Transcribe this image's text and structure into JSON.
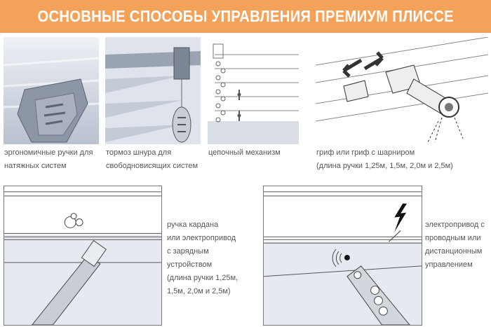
{
  "header": {
    "title": "ОСНОВНЫЕ СПОСОБЫ УПРАВЛЕНИЯ ПРЕМИУМ ПЛИССЕ"
  },
  "top_items": [
    {
      "lines": [
        "эргономичные ручки для",
        "натяжных систем"
      ]
    },
    {
      "lines": [
        "тормоз шнура для",
        "свободновисящих систем"
      ]
    },
    {
      "lines": [
        "цепочный механизм"
      ]
    },
    {
      "lines": [
        "гриф или гриф с шарниром",
        "(длина ручки 1,25м, 1,5м, 2,0м и 2,5м)"
      ]
    }
  ],
  "bottom_items": [
    {
      "lines": [
        "ручка кардана",
        "или электропривод",
        "с зарядным",
        "устройством",
        "(длина ручки 1,25м,",
        "1,5м, 2,0м и 2,5м)"
      ]
    },
    {
      "lines": [
        "электропривод с",
        "проводным  или",
        "дистанционным",
        "управлением"
      ]
    }
  ],
  "colors": {
    "header": "#f4a25a",
    "panel": "#d8dde6"
  }
}
